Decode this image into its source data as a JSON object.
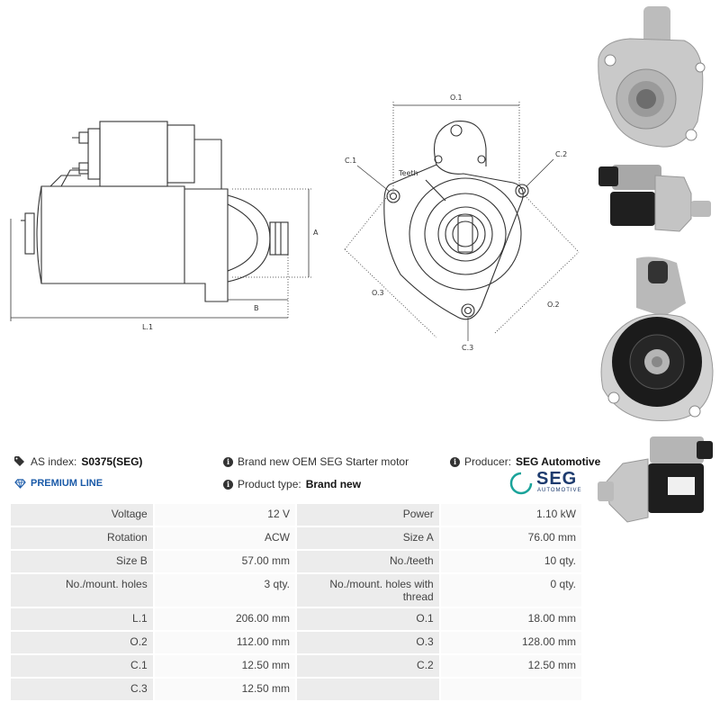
{
  "header": {
    "as_index_label": "AS index:",
    "as_index_value": "S0375(SEG)",
    "premium_label": "PREMIUM LINE",
    "description": "Brand new OEM SEG Starter motor",
    "product_type_label": "Product type:",
    "product_type_value": "Brand new",
    "producer_label": "Producer:",
    "producer_value": "SEG Automotive",
    "logo_text": "SEG",
    "logo_subtext": "AUTOMOTIVE"
  },
  "drawing": {
    "side": {
      "A": "A",
      "B": "B",
      "L1": "L.1"
    },
    "front": {
      "O1": "O.1",
      "O2": "O.2",
      "O3": "O.3",
      "C1": "C.1",
      "C2": "C.2",
      "C3": "C.3",
      "teeth": "Teeth"
    }
  },
  "specs": [
    [
      "Voltage",
      "12 V",
      "Power",
      "1.10 kW"
    ],
    [
      "Rotation",
      "ACW",
      "Size A",
      "76.00 mm"
    ],
    [
      "Size B",
      "57.00 mm",
      "No./teeth",
      "10 qty."
    ],
    [
      "No./mount. holes",
      "3 qty.",
      "No./mount. holes with thread",
      "0 qty."
    ],
    [
      "L.1",
      "206.00 mm",
      "O.1",
      "18.00 mm"
    ],
    [
      "O.2",
      "112.00 mm",
      "O.3",
      "128.00 mm"
    ],
    [
      "C.1",
      "12.50 mm",
      "C.2",
      "12.50 mm"
    ],
    [
      "C.3",
      "12.50 mm",
      "",
      ""
    ]
  ],
  "photos": [
    "starter-front-flange-photo",
    "starter-side-photo",
    "starter-rear-photo",
    "starter-angled-photo"
  ],
  "colors": {
    "accent": "#1a5aa8",
    "logo_teal": "#1aa39a",
    "logo_navy": "#1d3b6e"
  }
}
